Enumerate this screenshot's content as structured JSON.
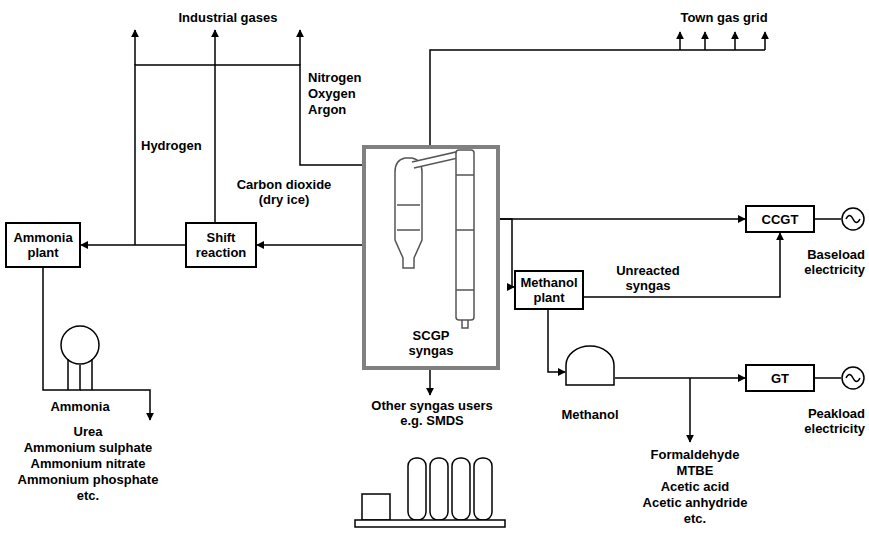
{
  "diagram": {
    "nodes": [
      {
        "text": [
          "SCGP syngas"
        ]
      },
      {
        "text": [
          "Ammonia plant"
        ]
      },
      {
        "text": [
          "Shift reaction"
        ]
      },
      {
        "text": [
          "Methanol plant"
        ]
      },
      {
        "text": [
          "CCGT"
        ]
      },
      {
        "text": [
          "GT"
        ]
      },
      {
        "text": [
          "Ammonia"
        ]
      },
      {
        "text": [
          "Methanol"
        ]
      },
      {
        "text": [
          "Baseload electricity"
        ]
      },
      {
        "text": [
          "Peakload electricity"
        ]
      }
    ],
    "edges": [
      {
        "from": 0,
        "to": 2,
        "arrow": "to"
      },
      {
        "from": 2,
        "to": 1,
        "arrow": "to"
      },
      {
        "from": 1,
        "to": 6,
        "arrow": "none"
      },
      {
        "from": 0,
        "to": 3,
        "arrow": "to"
      },
      {
        "from": 0,
        "to": 4,
        "arrow": "to"
      },
      {
        "from": 3,
        "to": 4,
        "label": "Unreacted syngas",
        "arrow": "to"
      },
      {
        "from": 3,
        "to": 7,
        "arrow": "to"
      },
      {
        "from": 7,
        "to": 5,
        "arrow": "to"
      },
      {
        "from": 4,
        "to": 8,
        "arrow": "none"
      },
      {
        "from": 5,
        "to": 9,
        "arrow": "none"
      }
    ],
    "labels": [
      "Industrial gases",
      "Town gas grid",
      "Nitrogen",
      "Oxygen",
      "Argon",
      "Hydrogen",
      "Carbon dioxide (dry ice)",
      "Other syngas users e.g. SMDS",
      "Urea",
      "Ammonium sulphate",
      "Ammonium nitrate",
      "Ammonium phosphate",
      "etc.",
      "Formaldehyde",
      "MTBE",
      "Acetic acid",
      "Acetic anhydride",
      "etc."
    ]
  }
}
